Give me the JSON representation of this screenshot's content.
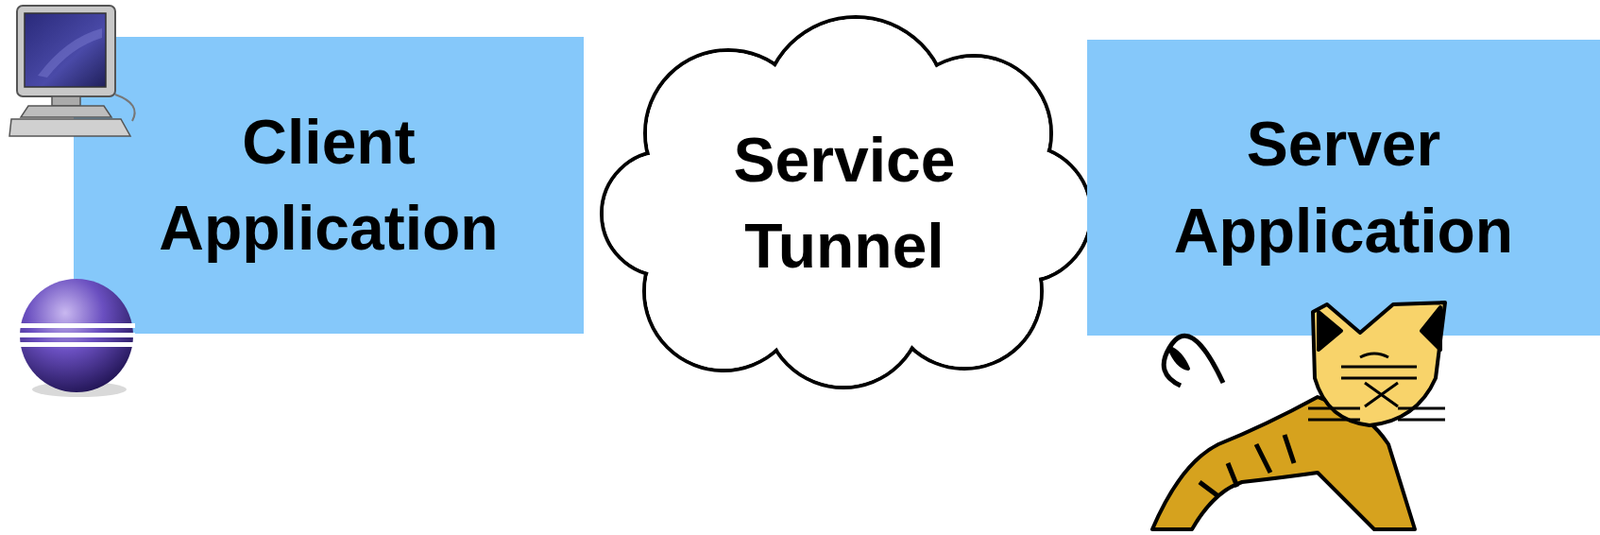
{
  "diagram": {
    "nodes": [
      {
        "text": [
          "Client Application"
        ]
      },
      {
        "text": [
          "Service Tunnel"
        ]
      },
      {
        "text": [
          "Server Application"
        ]
      }
    ]
  }
}
